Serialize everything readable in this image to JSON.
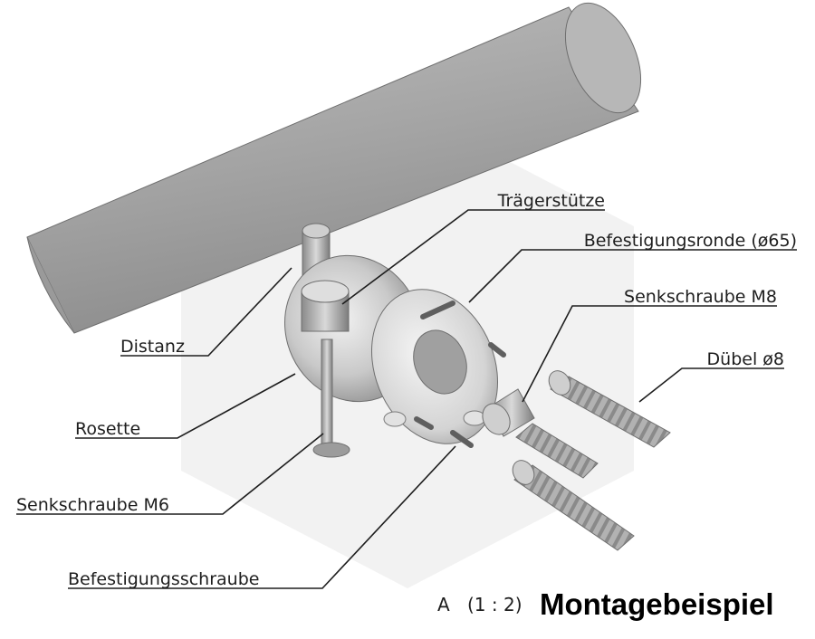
{
  "parts": {
    "traegerstuetze": "Trägerstütze",
    "befestigungsronde": "Befestigungsronde (ø65)",
    "senkschraube_m8": "Senkschraube M8",
    "duebel": "Dübel ø8",
    "distanz": "Distanz",
    "rosette": "Rosette",
    "senkschraube_m6": "Senkschraube M6",
    "befestigungsschraube": "Befestigungsschraube"
  },
  "view": {
    "name": "A",
    "scale": "(1 : 2)",
    "title": "Montagebeispiel"
  }
}
